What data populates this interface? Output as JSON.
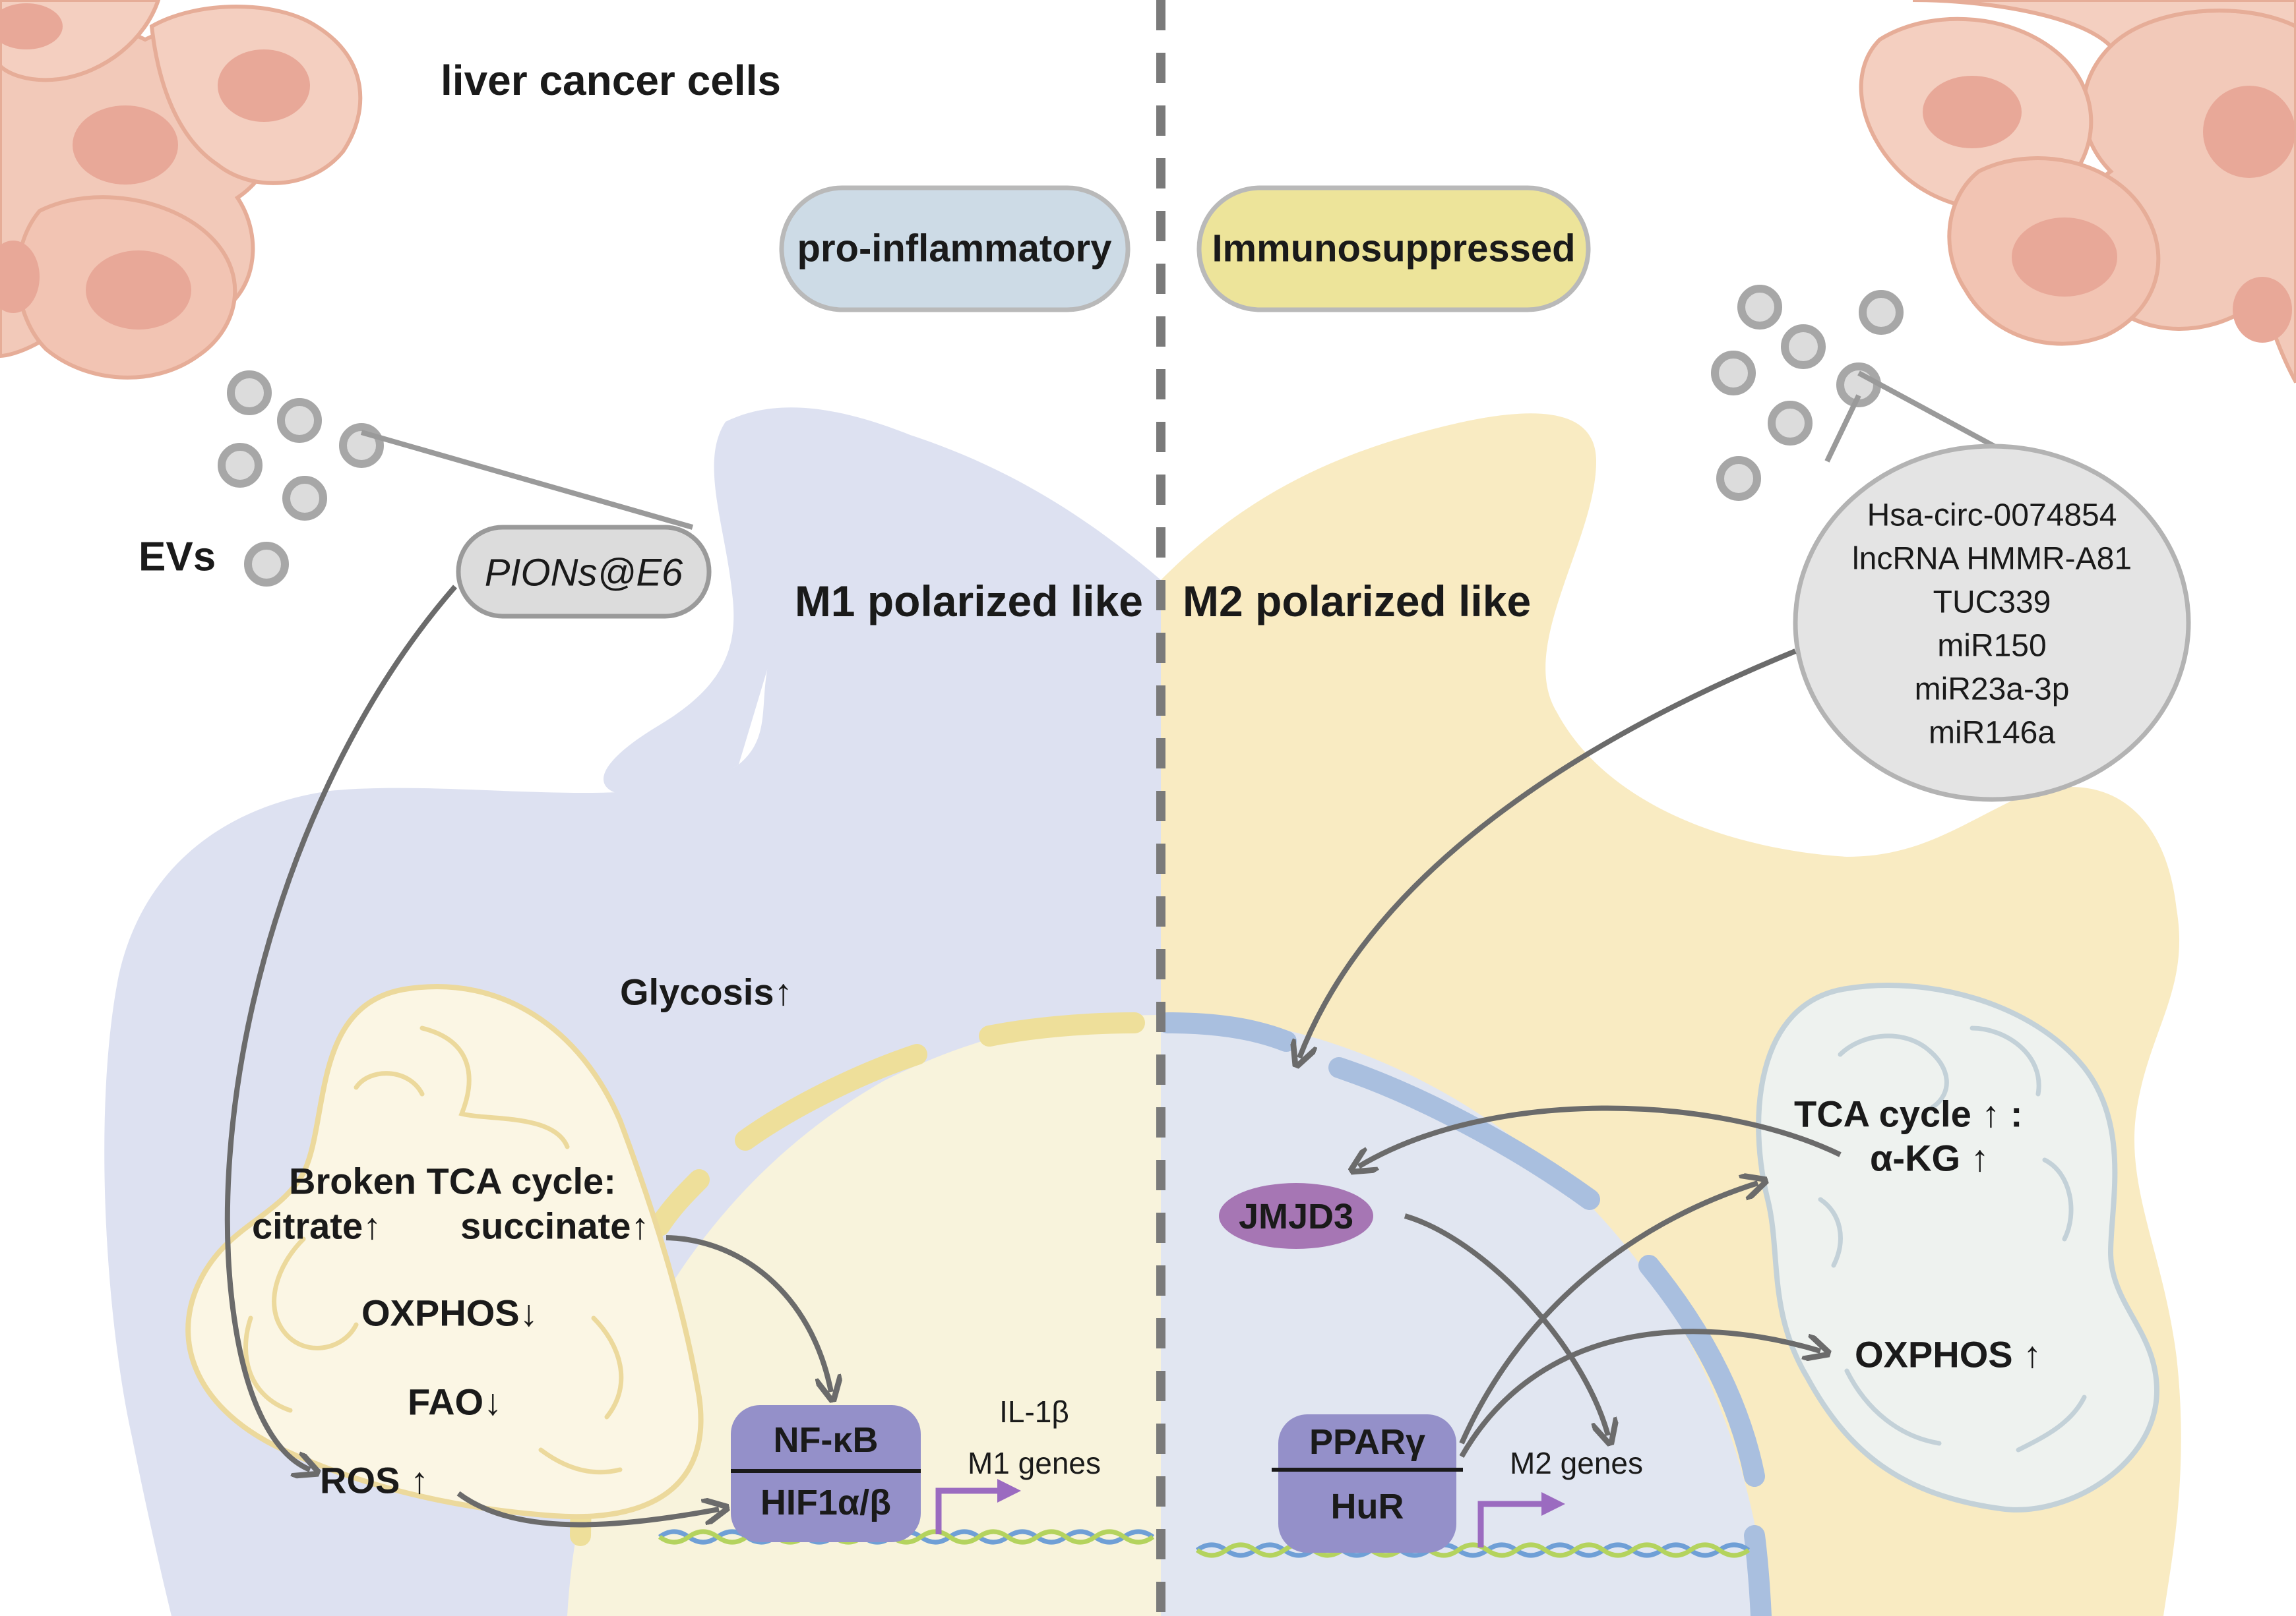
{
  "header": {
    "title": "liver cancer cells",
    "left_state": "pro-inflammatory",
    "right_state": "Immunosuppressed"
  },
  "left": {
    "evs_label": "EVs",
    "drug_label": "PIONs@E6",
    "cell_label": "M1 polarized like",
    "glycosis": "Glycosis↑",
    "tca_title": "Broken TCA cycle:",
    "citrate": "citrate↑",
    "succinate": "succinate↑",
    "oxphos": "OXPHOS↓",
    "fao": "FAO↓",
    "ros": "ROS ↑",
    "tf_top": "NF-κB",
    "tf_bottom": "HIF1α/β",
    "gene_1": "IL-1β",
    "gene_2": "M1 genes"
  },
  "right": {
    "cell_label": "M2 polarized like",
    "cargo": [
      "Hsa-circ-0074854",
      "lncRNA HMMR-A81",
      "TUC339",
      "miR150",
      "miR23a-3p",
      "miR146a"
    ],
    "jmjd3": "JMJD3",
    "tca": "TCA cycle ↑ :",
    "akg": "α-KG ↑",
    "oxphos": "OXPHOS ↑",
    "tf_top": "PPARγ",
    "tf_bottom": "HuR",
    "genes": "M2 genes"
  },
  "colors": {
    "m1_cell": "#dde1f1",
    "m2_cell": "#f9ebc2",
    "pro_inflammatory_pill": "#cddbe6",
    "immunosuppressed_pill": "#ede49a",
    "tf_box": "#9490c9",
    "jmjd3": "#a676b4",
    "cancer_cell": "#f2c9b9",
    "arrow": "#6b6b6b",
    "gene_arrow": "#9b6bc0"
  }
}
